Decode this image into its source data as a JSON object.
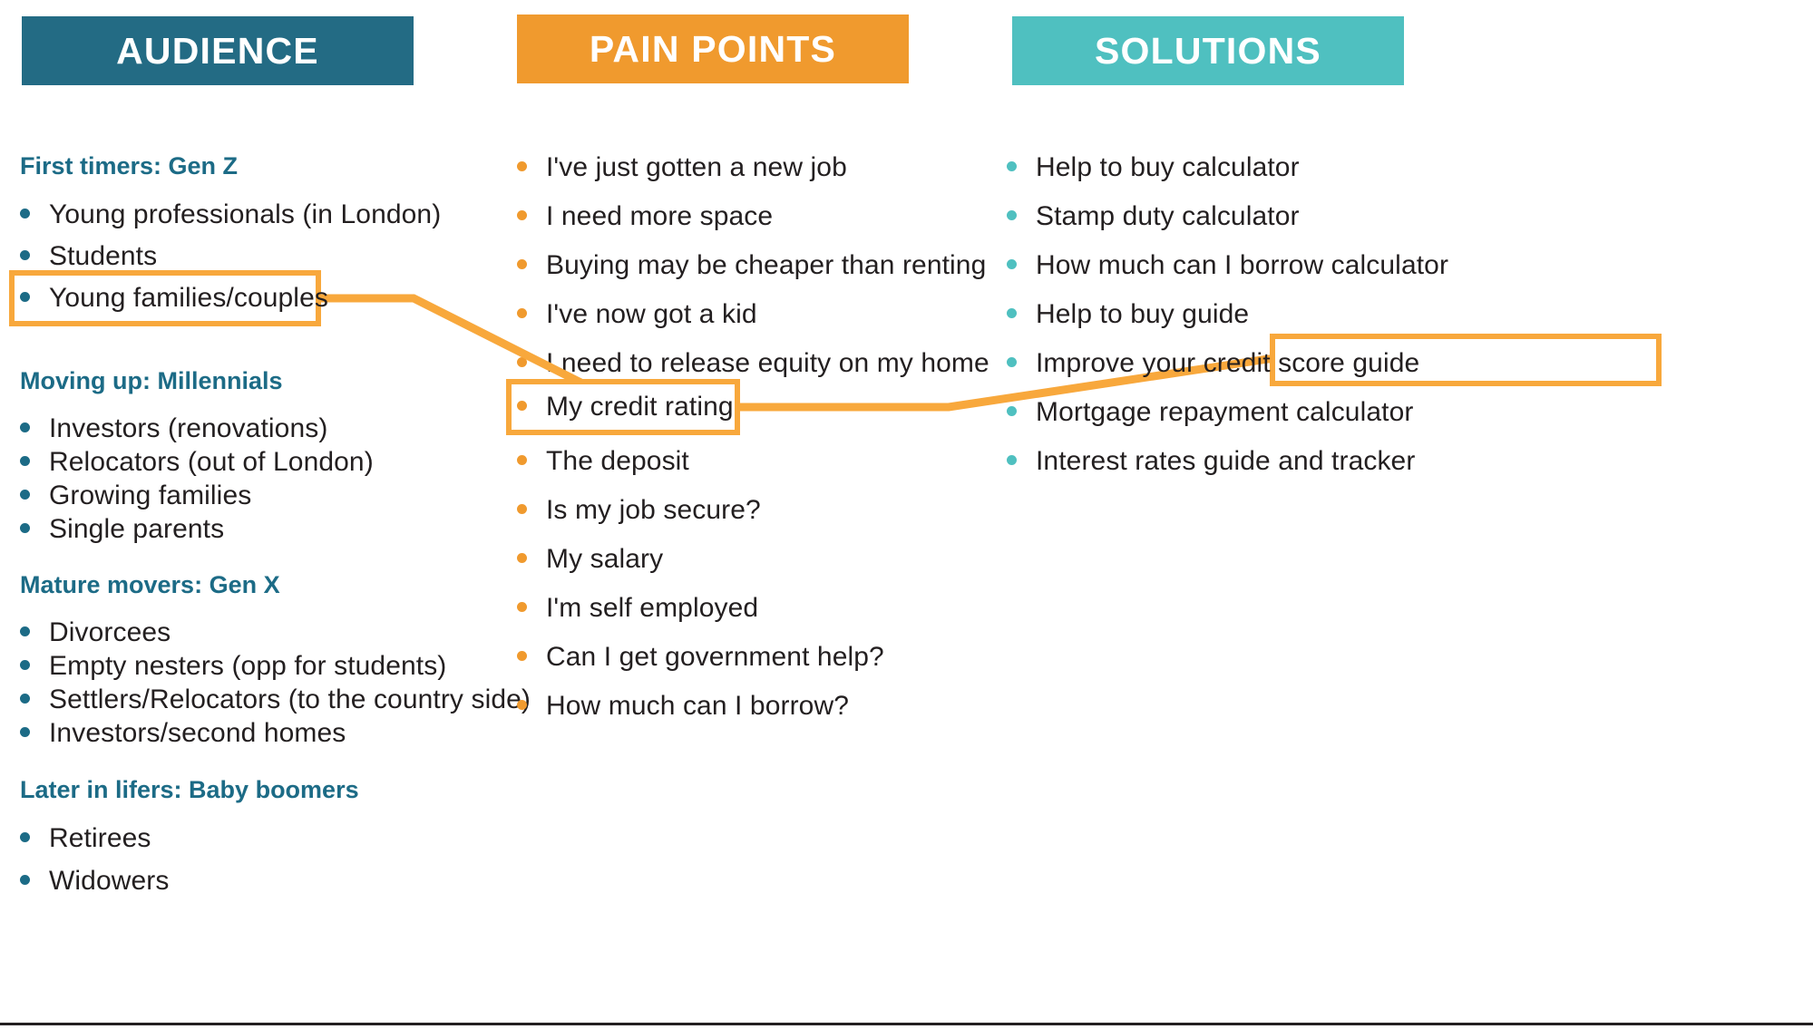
{
  "columns": [
    {
      "key": "audience",
      "banner_label": "AUDIENCE",
      "banner_color": "#236B84",
      "bullet_color": "#1C6B86",
      "groups": [
        {
          "heading": "First timers: Gen Z",
          "items": [
            "Young professionals (in London)",
            "Students",
            "Young families/couples"
          ]
        },
        {
          "heading": "Moving up: Millennials",
          "items": [
            "Investors (renovations)",
            "Relocators (out of London)",
            "Growing families",
            "Single parents"
          ]
        },
        {
          "heading": "Mature movers: Gen X",
          "items": [
            "Divorcees",
            "Empty nesters (opp for students)",
            "Settlers/Relocators (to the country side)",
            "Investors/second homes"
          ]
        },
        {
          "heading": "Later in lifers: Baby boomers",
          "items": [
            "Retirees",
            "Widowers"
          ]
        }
      ]
    },
    {
      "key": "pain",
      "banner_label": "PAIN POINTS",
      "banner_color": "#F09A2E",
      "bullet_color": "#F09A2E",
      "groups": [
        {
          "heading": "",
          "items": [
            "I've just gotten a new job",
            "I need more space",
            "Buying may be cheaper than renting",
            "I've now got a kid",
            "I need to release equity on my home",
            "My credit rating",
            "The deposit",
            "Is my job secure?",
            "My salary",
            "I'm self employed",
            "Can I get government help?",
            "How much can I borrow?"
          ]
        }
      ]
    },
    {
      "key": "solutions",
      "banner_label": "SOLUTIONS",
      "banner_color": "#4FC0C0",
      "bullet_color": "#4FC0C0",
      "groups": [
        {
          "heading": "",
          "items": [
            "Help to buy calculator",
            "Stamp duty calculator",
            "How much can I borrow calculator",
            "Help to buy guide",
            "Improve your credit score guide",
            "Mortgage repayment calculator",
            "Interest rates guide and tracker"
          ]
        }
      ]
    }
  ],
  "highlights": [
    {
      "key": "young-families",
      "label": "Young families/couples",
      "column": "audience"
    },
    {
      "key": "credit-rating",
      "label": "My credit rating",
      "column": "pain"
    },
    {
      "key": "credit-score",
      "label": "Improve your credit score guide",
      "column": "solutions"
    }
  ],
  "connectors": [
    {
      "key": "audience-to-pain",
      "from": "young-families",
      "to": "credit-rating"
    },
    {
      "key": "pain-to-solutions",
      "from": "credit-rating",
      "to": "credit-score"
    }
  ],
  "accent_colors": {
    "highlight_border": "#F8A83C",
    "connector": "#F8A83C",
    "body_text": "#231F20",
    "heading_text": "#1C6B86"
  }
}
